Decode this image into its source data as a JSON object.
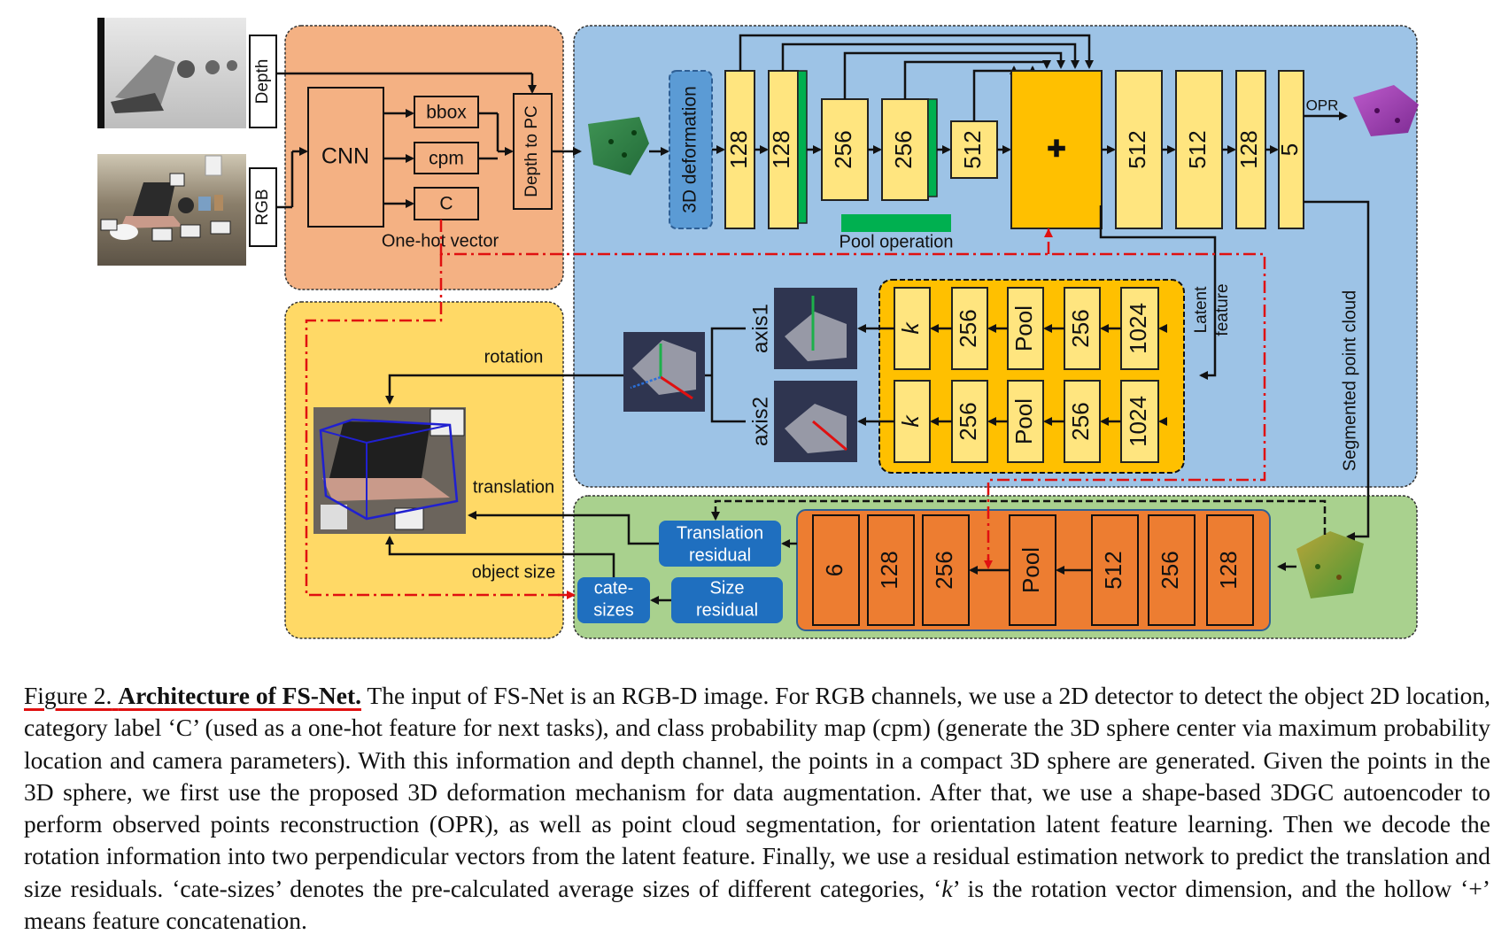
{
  "diagram": {
    "inputs": {
      "depth": "Depth",
      "rgb": "RGB"
    },
    "detector": {
      "cnn": "CNN",
      "bbox": "bbox",
      "cpm": "cpm",
      "c": "C",
      "depth_to_pc": "Depth to PC",
      "onehot": "One-hot vector"
    },
    "encoder": {
      "deform": "3D deformation",
      "layers": [
        "128",
        "128",
        "256",
        "256",
        "512"
      ],
      "plus": "+",
      "decoder": [
        "512",
        "512",
        "128",
        "5"
      ],
      "opr": "OPR",
      "pool": "Pool operation"
    },
    "rotation": {
      "latent": [
        "Latent",
        "feature"
      ],
      "row1": [
        "k",
        "256",
        "Pool",
        "256",
        "1024"
      ],
      "row2": [
        "k",
        "256",
        "Pool",
        "256",
        "1024"
      ],
      "axis1": "axis1",
      "axis2": "axis2",
      "label": "rotation"
    },
    "residual": {
      "seg": "Segmented point cloud",
      "layers": [
        "6",
        "128",
        "256",
        "Pool",
        "512",
        "256",
        "128"
      ],
      "trans": [
        "Translation",
        "residual"
      ],
      "size": [
        "Size",
        "residual"
      ],
      "cate": [
        "cate-",
        "sizes"
      ],
      "translation_label": "translation",
      "object_size_label": "object size"
    },
    "colors": {
      "orange_region": "#f4b183",
      "blue_region": "#9dc3e6",
      "green_region": "#a9d18e",
      "yellow_region": "#ffd966",
      "block_yellow": "#ffe57f",
      "concat": "#ffc000",
      "residual_block": "#ed7d31",
      "residual_button": "#1f6fbf",
      "dashed_red": "#e01010"
    }
  },
  "caption": {
    "prefix": "Figure 2.",
    "title": "Architecture of FS-Net.",
    "p1": "The input of FS-Net is an RGB-D image. For RGB channels, we use a 2D detector to detect the object 2D location, category label ‘C’ (used as a one-hot feature for next tasks), and class probability map (cpm) (generate the 3D sphere center via maximum probability location and camera parameters). With this information and depth channel, the points in a compact 3D sphere are generated. Given the points in the 3D sphere, we first use the proposed 3D deformation mechanism for data augmentation. After that, we use a shape-based 3DGC autoencoder to perform observed points reconstruction (OPR), as well as point cloud segmentation, for orientation latent feature learning. Then we decode the rotation information into two perpendicular vectors from the latent feature. Finally, we use a residual estimation network to predict the translation and size residuals. ‘cate-sizes’ denotes the pre-calculated average sizes of different categories, ‘",
    "k": "k",
    "p2": "’ is the rotation vector dimension, and the hollow ‘+’ means feature concatenation."
  }
}
